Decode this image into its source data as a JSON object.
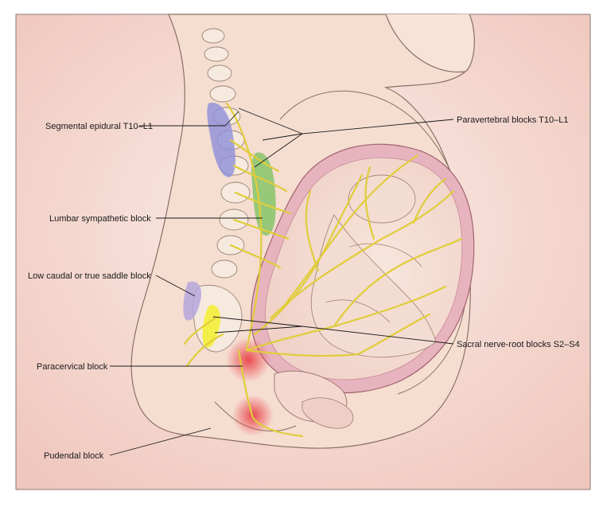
{
  "labels": {
    "segmental_epidural": "Segmental epidural T10–L1",
    "paravertebral": "Paravertebral blocks T10–L1",
    "lumbar_sympathetic": "Lumbar sympathetic block",
    "low_caudal": "Low caudal or true saddle block",
    "sacral_nerve_root": "Sacral nerve-root blocks S2–S4",
    "paracervical": "Paracervical block",
    "pudendal": "Pudendal block"
  },
  "colors": {
    "background": "#f6ddd6",
    "skin": "#f7e3d7",
    "uterus": "#e9b9c3",
    "nerve": "#e8d84a",
    "epidural_region": "#8f8fd8",
    "sympathetic_region": "#86c46a",
    "block_highlight": "#e84b4b"
  }
}
